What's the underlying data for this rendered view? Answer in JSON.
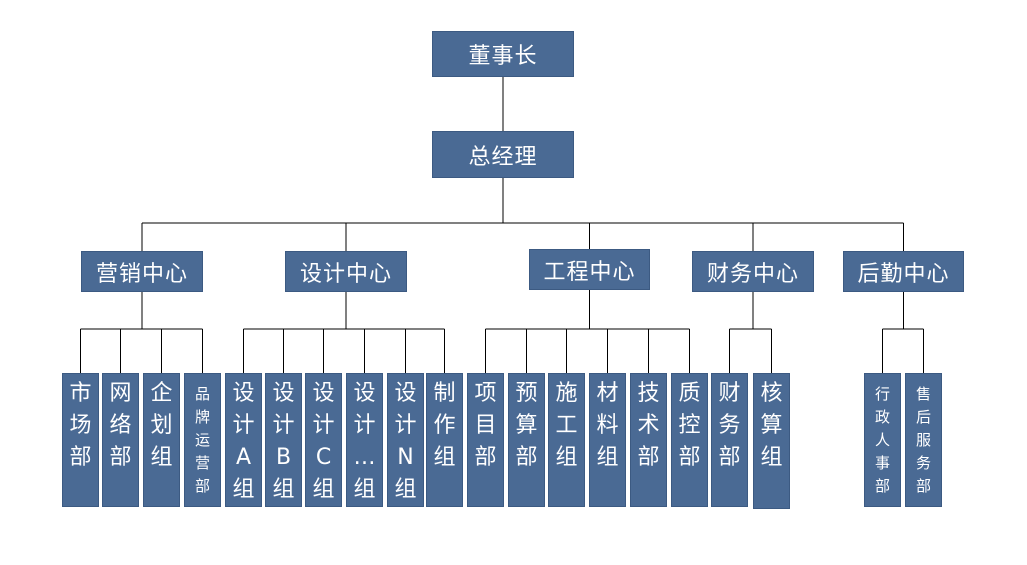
{
  "chairman": "董事长",
  "general_manager": "总经理",
  "centers": [
    {
      "name": "营销中心",
      "departments": [
        "市场部",
        "网络部",
        "企划组",
        "品牌运营部"
      ]
    },
    {
      "name": "设计中心",
      "departments": [
        "设计A组",
        "设计B组",
        "设计C组",
        "设计…组",
        "设计N组",
        "制作组"
      ]
    },
    {
      "name": "工程中心",
      "departments": [
        "项目部",
        "预算部",
        "施工组",
        "材料组",
        "技术部",
        "质控部"
      ]
    },
    {
      "name": "财务中心",
      "departments": [
        "财务部",
        "核算组"
      ]
    },
    {
      "name": "后勤中心",
      "departments": [
        "行政人事部",
        "售后服务部"
      ]
    }
  ],
  "colors": {
    "box_fill": "#4a6a94",
    "box_text": "#ffffff",
    "line": "#000000"
  }
}
